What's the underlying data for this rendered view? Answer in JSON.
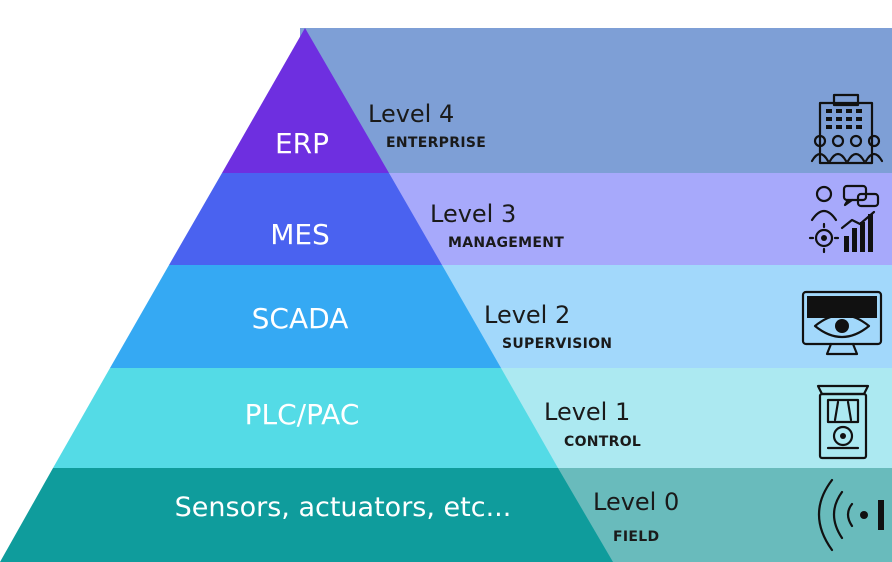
{
  "colors": {
    "band4": "#7e9fd6",
    "tri4": "#6e2fe0",
    "band3": "#a7a9fb",
    "tri3": "#4a62f0",
    "band2": "#a2d8fb",
    "tri2": "#35a9f3",
    "band1": "#ace9f1",
    "tri1": "#54dbe6",
    "band0": "#69bbbc",
    "tri0": "#0f9c9c"
  },
  "levels": [
    {
      "tier": "ERP",
      "title": "Level 4",
      "subtitle": "ENTERPRISE",
      "icon": "enterprise-building-icon"
    },
    {
      "tier": "MES",
      "title": "Level 3",
      "subtitle": "MANAGEMENT",
      "icon": "management-analytics-icon"
    },
    {
      "tier": "SCADA",
      "title": "Level 2",
      "subtitle": "SUPERVISION",
      "icon": "supervision-monitor-icon"
    },
    {
      "tier": "PLC/PAC",
      "title": "Level 1",
      "subtitle": "CONTROL",
      "icon": "control-panel-icon"
    },
    {
      "tier": "Sensors, actuators, etc...",
      "title": "Level 0",
      "subtitle": "FIELD",
      "icon": "field-sensor-icon"
    }
  ]
}
